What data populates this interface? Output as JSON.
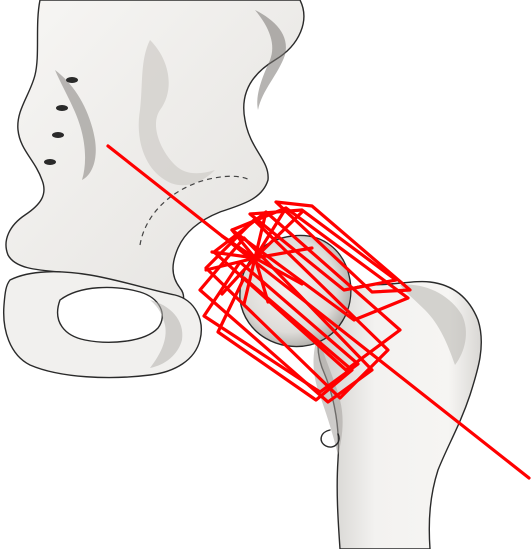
{
  "image": {
    "subject": "hip-joint-illustration"
  },
  "colors": {
    "background": "#ffffff",
    "bone_fill": "#f4f3f1",
    "bone_shade_light": "#d6d4d1",
    "bone_shade_mid": "#b9b6b2",
    "bone_shade_dark": "#6e6c69",
    "outline": "#2a2a2a",
    "annotation_red": "#ff0000"
  },
  "annotation": {
    "type": "femoral-neck-axis-with-rotated-rectangles",
    "rectangle_count": 8,
    "ray_count": 12,
    "axis_line_count": 1
  }
}
